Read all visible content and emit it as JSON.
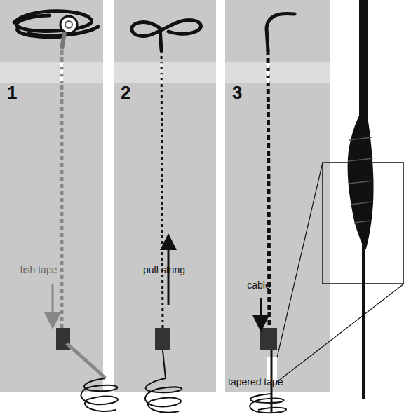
{
  "diagram": {
    "nodes": [
      {
        "text": [
          "1",
          "fish tape"
        ]
      },
      {
        "text": [
          "2",
          "pull string"
        ]
      },
      {
        "text": [
          "3",
          "cable",
          "tapered tape"
        ]
      }
    ]
  }
}
